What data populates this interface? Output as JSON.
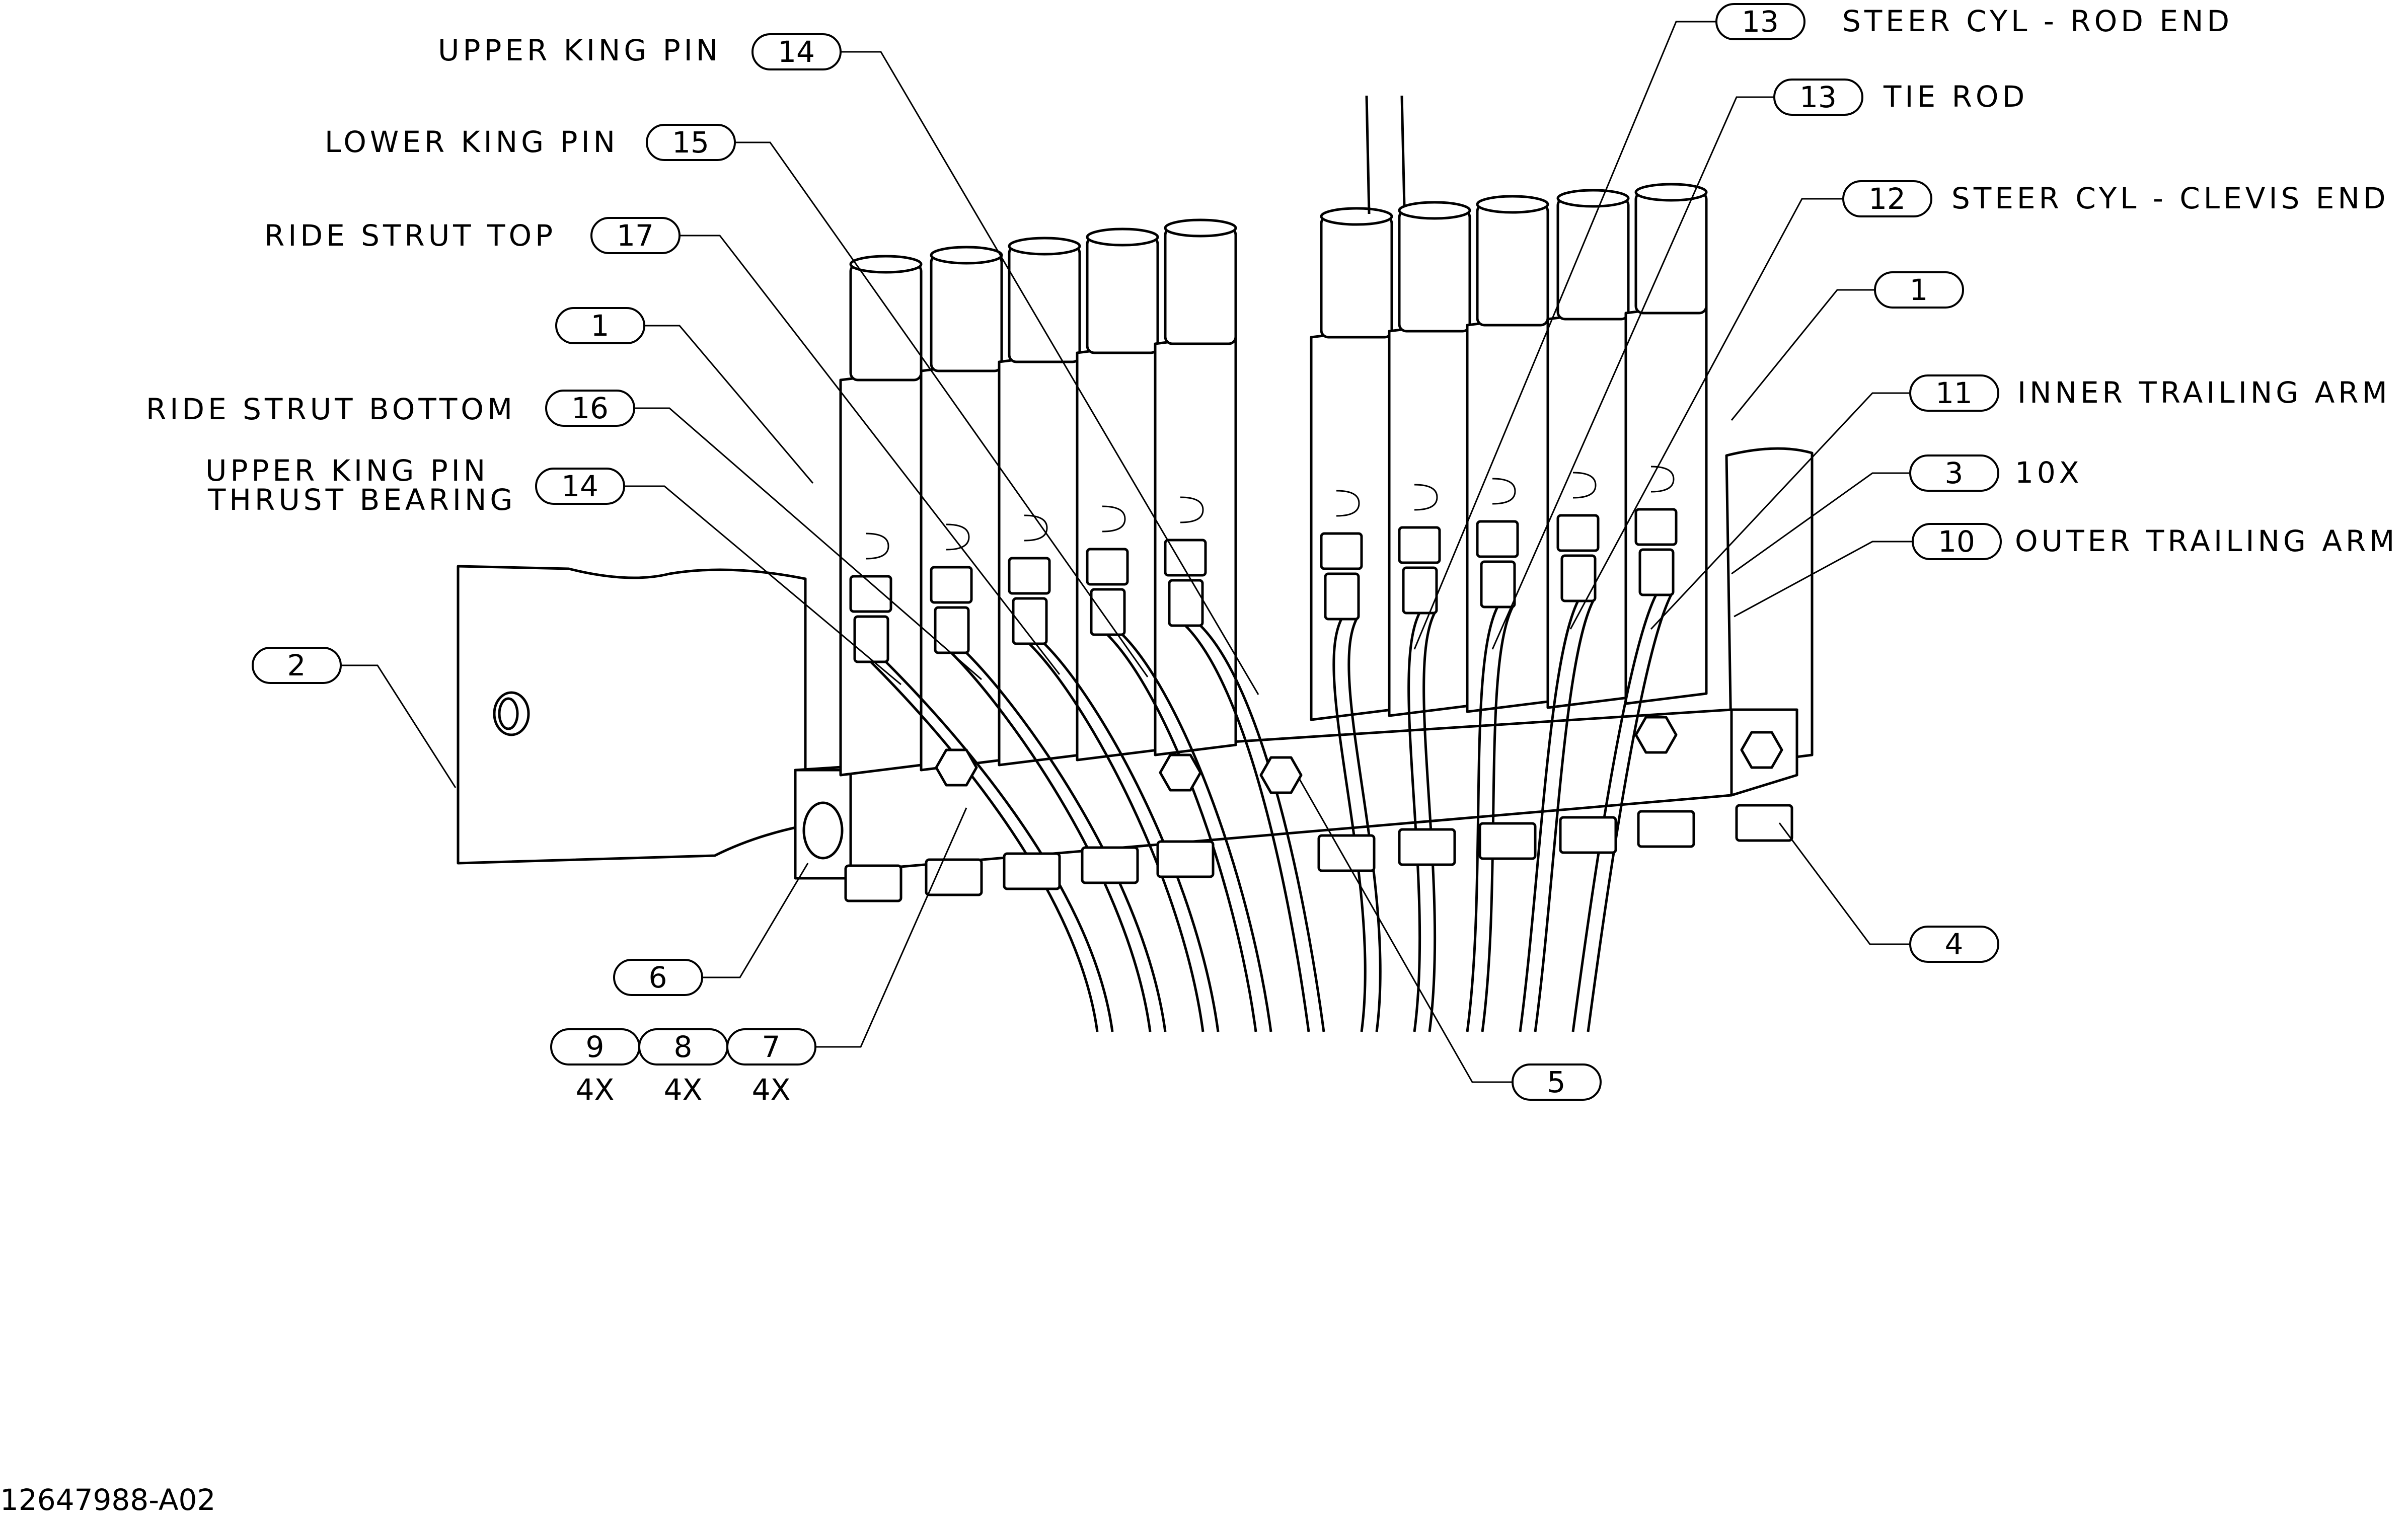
{
  "diagram": {
    "callouts": [
      {
        "number": "14",
        "label": "UPPER KING PIN"
      },
      {
        "number": "15",
        "label": "LOWER KING PIN"
      },
      {
        "number": "17",
        "label": "RIDE STRUT TOP"
      },
      {
        "number": "1",
        "label": ""
      },
      {
        "number": "16",
        "label": "RIDE STRUT BOTTOM"
      },
      {
        "number": "14",
        "label": "UPPER KING PIN",
        "label2": "THRUST BEARING"
      },
      {
        "number": "2",
        "label": ""
      },
      {
        "number": "6",
        "label": ""
      },
      {
        "number": "9",
        "label": "4X"
      },
      {
        "number": "8",
        "label": "4X"
      },
      {
        "number": "7",
        "label": "4X"
      },
      {
        "number": "13",
        "label": "STEER CYL - ROD END"
      },
      {
        "number": "13",
        "label": "TIE ROD"
      },
      {
        "number": "12",
        "label": "STEER CYL - CLEVIS END"
      },
      {
        "number": "1",
        "label": ""
      },
      {
        "number": "11",
        "label": "INNER TRAILING ARM"
      },
      {
        "number": "3",
        "label": "10X"
      },
      {
        "number": "10",
        "label": "OUTER TRAILING ARM"
      },
      {
        "number": "4",
        "label": ""
      },
      {
        "number": "5",
        "label": ""
      }
    ],
    "drawing_number": "12647988-A02"
  }
}
